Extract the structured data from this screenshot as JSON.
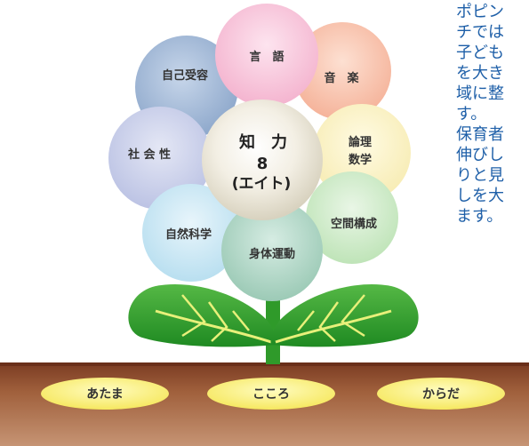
{
  "petals": {
    "gengo": "言　語",
    "ongaku": "音　楽",
    "jikojuyo": "自己受容",
    "shakaisei": "社 会 性",
    "ronri_line1": "論理",
    "ronri_line2": "数学",
    "shizen": "自然科学",
    "kukan": "空間構成",
    "shintai": "身体運動"
  },
  "center": {
    "line1": "知　力",
    "line2": "8",
    "line3": "(エイト)"
  },
  "ground": {
    "atama": "あたま",
    "kokoro": "こころ",
    "karada": "からだ"
  },
  "side_text": [
    "ポピン",
    "チでは",
    "子ども",
    "を大き",
    "域に整",
    "す。",
    "保育者",
    "伸びし",
    "りと見",
    "しを大",
    "ます。"
  ],
  "colors": {
    "text_blue": "#1e5fa8",
    "soil": "#8b4a2b",
    "leaf": "#2f9a2a",
    "oval": "#fff79a"
  }
}
